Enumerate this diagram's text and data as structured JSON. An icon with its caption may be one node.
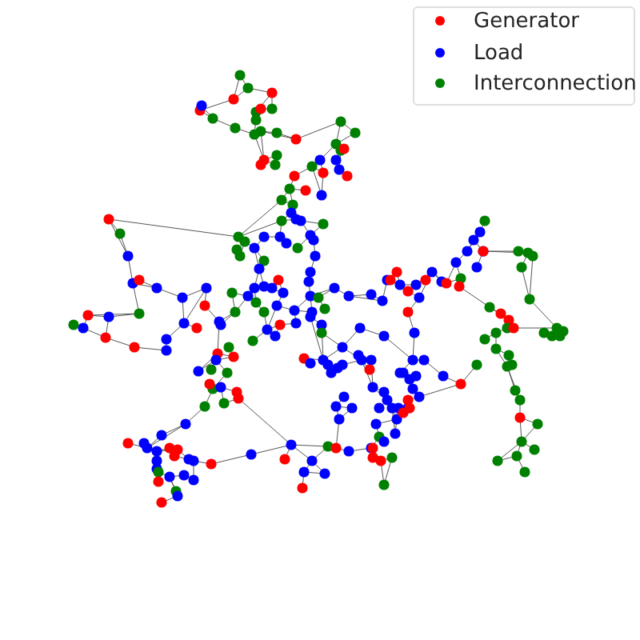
{
  "diagram": {
    "legend": [
      {
        "text": "Generator",
        "color": "#ff0000"
      },
      {
        "text": "Load",
        "color": "#0000ff"
      },
      {
        "text": "Interconnection",
        "color": "#008000"
      }
    ]
  }
}
